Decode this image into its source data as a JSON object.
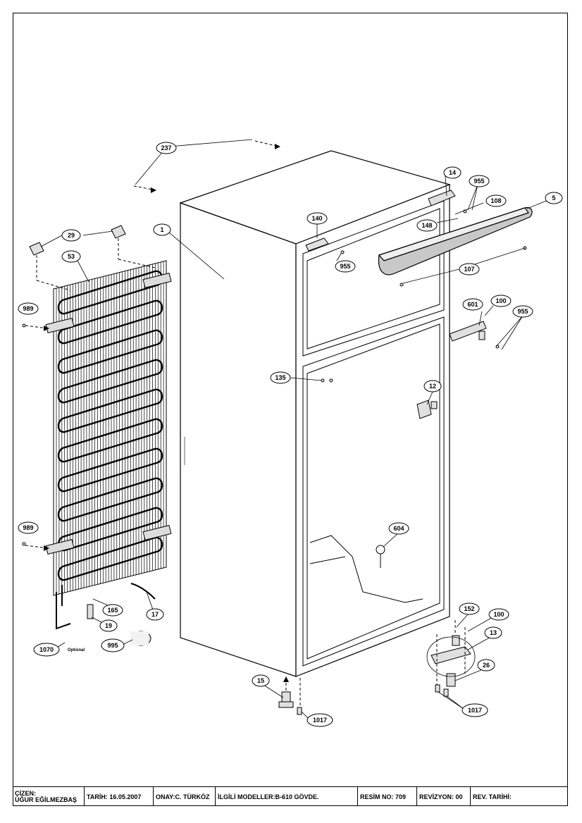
{
  "title_block": {
    "drafter_label": "ÇİZEN:",
    "drafter_name": "UĞUR EĞİLMEZBAŞ",
    "date": "TARİH: 16.05.2007",
    "approval": "ONAY:C. TÜRKÖZ",
    "related_models": "İLGİLİ MODELLER:B-610 GÖVDE.",
    "drawing_no": "RESİM NO: 709",
    "revision": "REVİZYON: 00",
    "revision_date": "REV. TARİHİ:"
  },
  "parts": {
    "p237": "237",
    "p14": "14",
    "p955a": "955",
    "p108": "108",
    "p5": "5",
    "p140": "140",
    "p148": "148",
    "p955b": "955",
    "p107": "107",
    "p1": "1",
    "p29": "29",
    "p53": "53",
    "p989a": "989",
    "p601": "601",
    "p100a": "100",
    "p955c": "955",
    "p135": "135",
    "p12": "12",
    "p989b": "989",
    "p604": "604",
    "p165": "165",
    "p17": "17",
    "p19": "19",
    "p995": "995",
    "p1070": "1070",
    "p15": "15",
    "p1017a": "1017",
    "p152": "152",
    "p100b": "100",
    "p13": "13",
    "p26": "26",
    "p1017b": "1017"
  },
  "notes": {
    "optional": "Optional"
  }
}
